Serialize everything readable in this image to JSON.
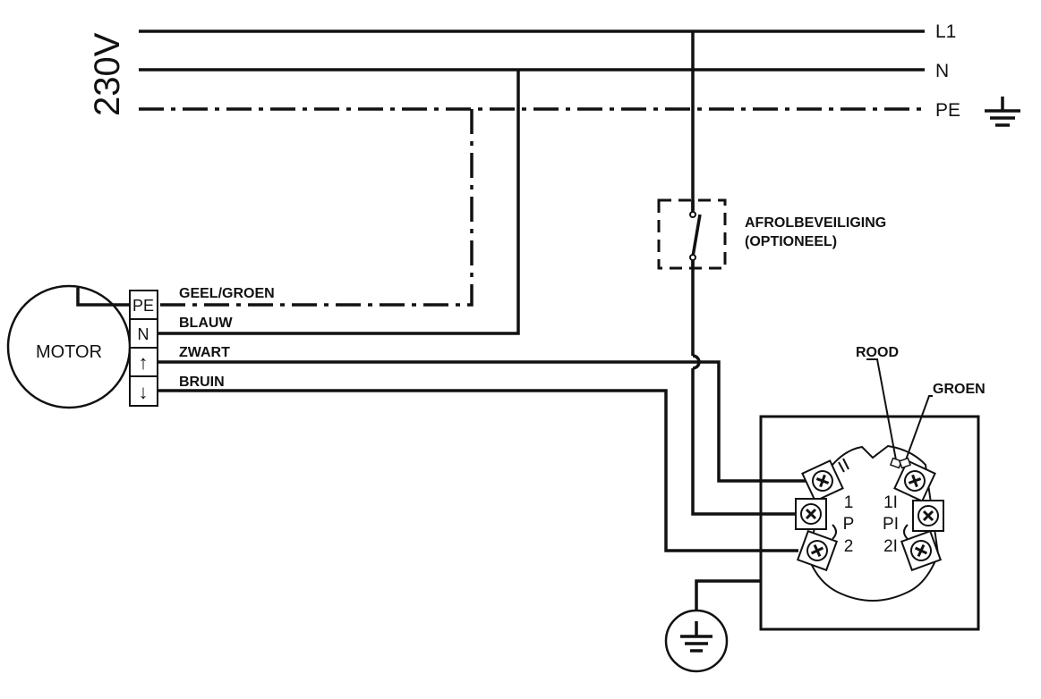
{
  "supply": {
    "voltage_label": "230V",
    "lines": [
      "L1",
      "N",
      "PE"
    ]
  },
  "motor": {
    "label": "MOTOR",
    "terminals": [
      "PE",
      "N",
      "↑",
      "↓"
    ]
  },
  "wires": {
    "pe": "GEEL/GROEN",
    "n": "BLAUW",
    "up": "ZWART",
    "down": "BRUIN"
  },
  "safety": {
    "line1": "AFROLBEVEILIGING",
    "line2": "(OPTIONEEL)"
  },
  "switch": {
    "wire_red": "ROOD",
    "wire_green": "GROEN",
    "left_terminals": [
      "1",
      "P",
      "2"
    ],
    "right_terminals": [
      "1I",
      "PI",
      "2I"
    ]
  }
}
